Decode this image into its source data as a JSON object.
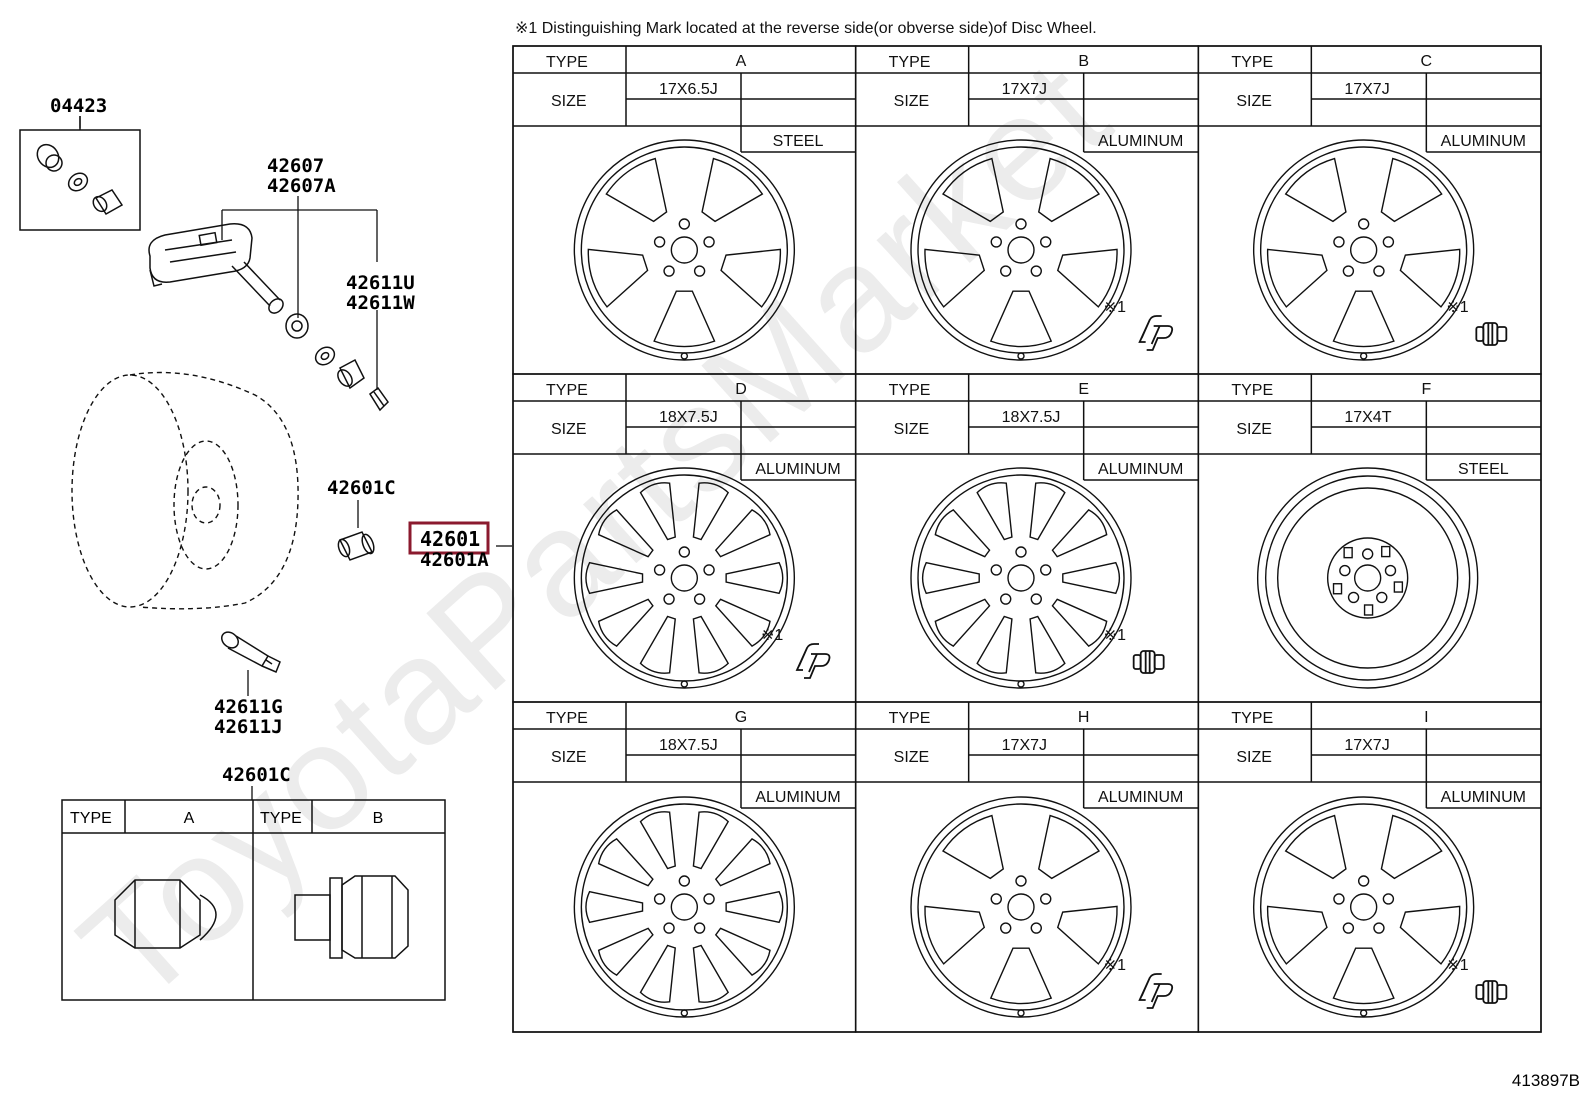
{
  "note": "※1 Distinguishing Mark located at the reverse side(or obverse side)of Disc Wheel.",
  "diagram_id": "413897B",
  "watermark": "ToyotaPartsMarket",
  "highlight_color": "#8b1a2e",
  "parts": {
    "p04423": "04423",
    "p42607": "42607",
    "p42607a": "42607A",
    "p42611u": "42611U",
    "p42611w": "42611W",
    "p42601c_top": "42601C",
    "p42601": "42601",
    "p42601a": "42601A",
    "p42611g": "42611G",
    "p42611j": "42611J",
    "p42601c_bottom": "42601C"
  },
  "labels": {
    "type": "TYPE",
    "size": "SIZE",
    "mark": "※1"
  },
  "nut_table": {
    "a": "A",
    "b": "B"
  },
  "wheels": [
    {
      "type": "A",
      "size": "17X6.5J",
      "material": "STEEL",
      "mark": ""
    },
    {
      "type": "B",
      "size": "17X7J",
      "material": "ALUMINUM",
      "mark": "cp"
    },
    {
      "type": "C",
      "size": "17X7J",
      "material": "ALUMINUM",
      "mark": "bolt"
    },
    {
      "type": "D",
      "size": "18X7.5J",
      "material": "ALUMINUM",
      "mark": "cp"
    },
    {
      "type": "E",
      "size": "18X7.5J",
      "material": "ALUMINUM",
      "mark": "bolt"
    },
    {
      "type": "F",
      "size": "17X4T",
      "material": "STEEL",
      "mark": ""
    },
    {
      "type": "G",
      "size": "18X7.5J",
      "material": "ALUMINUM",
      "mark": ""
    },
    {
      "type": "H",
      "size": "17X7J",
      "material": "ALUMINUM",
      "mark": "cp"
    },
    {
      "type": "I",
      "size": "17X7J",
      "material": "ALUMINUM",
      "mark": "bolt"
    }
  ]
}
